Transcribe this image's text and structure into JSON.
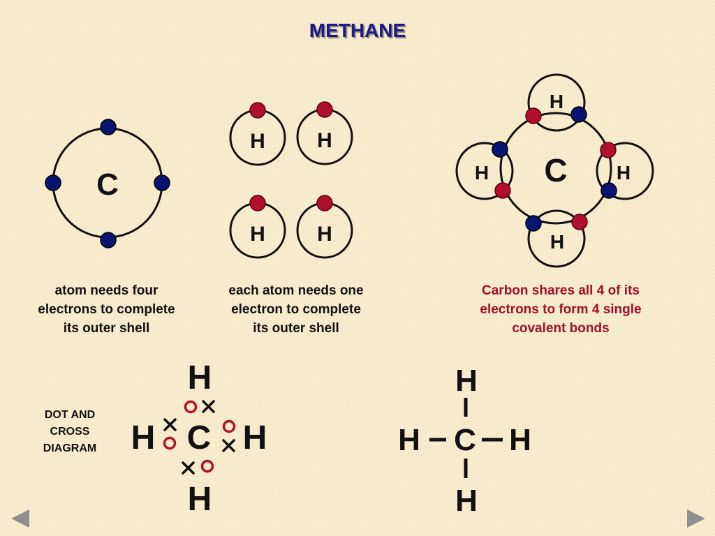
{
  "title": "METHANE",
  "carbon_atom": {
    "symbol": "C",
    "caption": [
      "atom needs four",
      "electrons to complete",
      "its outer shell"
    ]
  },
  "hydrogen_atoms": {
    "symbol": "H",
    "caption": [
      "each atom needs one",
      "electron to complete",
      "its outer shell"
    ]
  },
  "methane_molecule": {
    "carbon_symbol": "C",
    "hydrogen_symbol": "H",
    "caption": [
      "Carbon shares all 4 of its",
      "electrons to form 4 single",
      "covalent bonds"
    ]
  },
  "dot_and_cross": {
    "label": [
      "DOT AND",
      "CROSS",
      "DIAGRAM"
    ],
    "carbon_symbol": "C",
    "hydrogen_symbol": "H"
  },
  "structural_formula": {
    "carbon_symbol": "C",
    "hydrogen_symbol": "H"
  },
  "colors": {
    "title": "#1a1a8c",
    "carbon_electron": "#0a1470",
    "hydrogen_electron": "#b0102a",
    "red_caption": "#a0102a",
    "nav_arrow": "#8f8f8f"
  }
}
